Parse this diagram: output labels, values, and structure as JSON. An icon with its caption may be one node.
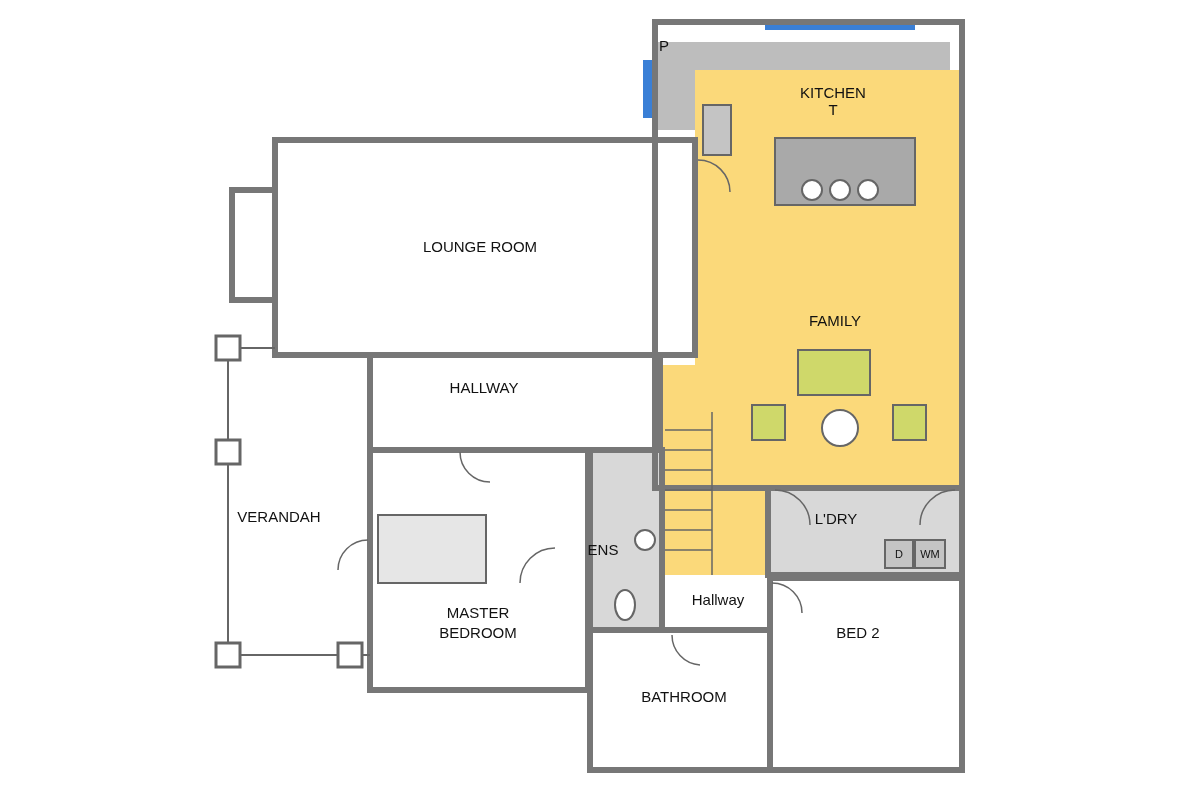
{
  "diagram": {
    "labels": [
      "P",
      "KITCHEN",
      "T",
      "LOUNGE ROOM",
      "FAMILY",
      "HALLWAY",
      "VERANDAH",
      "L'DRY",
      "ENS",
      "D",
      "WM",
      "Hallway",
      "MASTER BEDROOM",
      "BED 2",
      "BATHROOM"
    ]
  }
}
